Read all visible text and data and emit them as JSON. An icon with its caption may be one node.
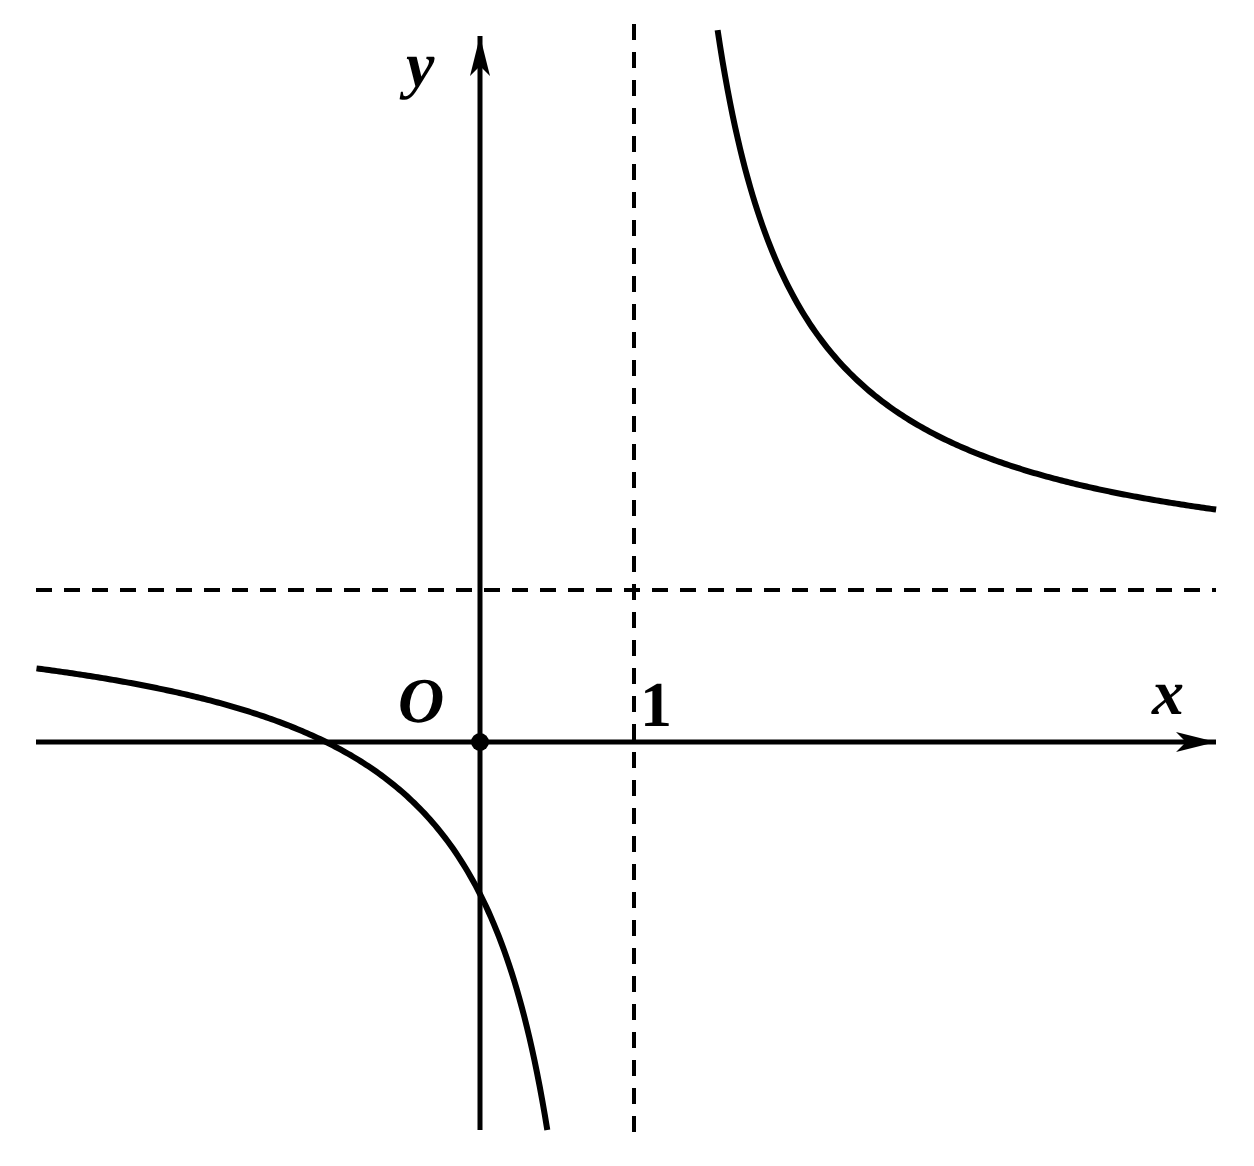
{
  "diagram": {
    "labels": [
      "y",
      "O",
      "1",
      "x"
    ]
  }
}
